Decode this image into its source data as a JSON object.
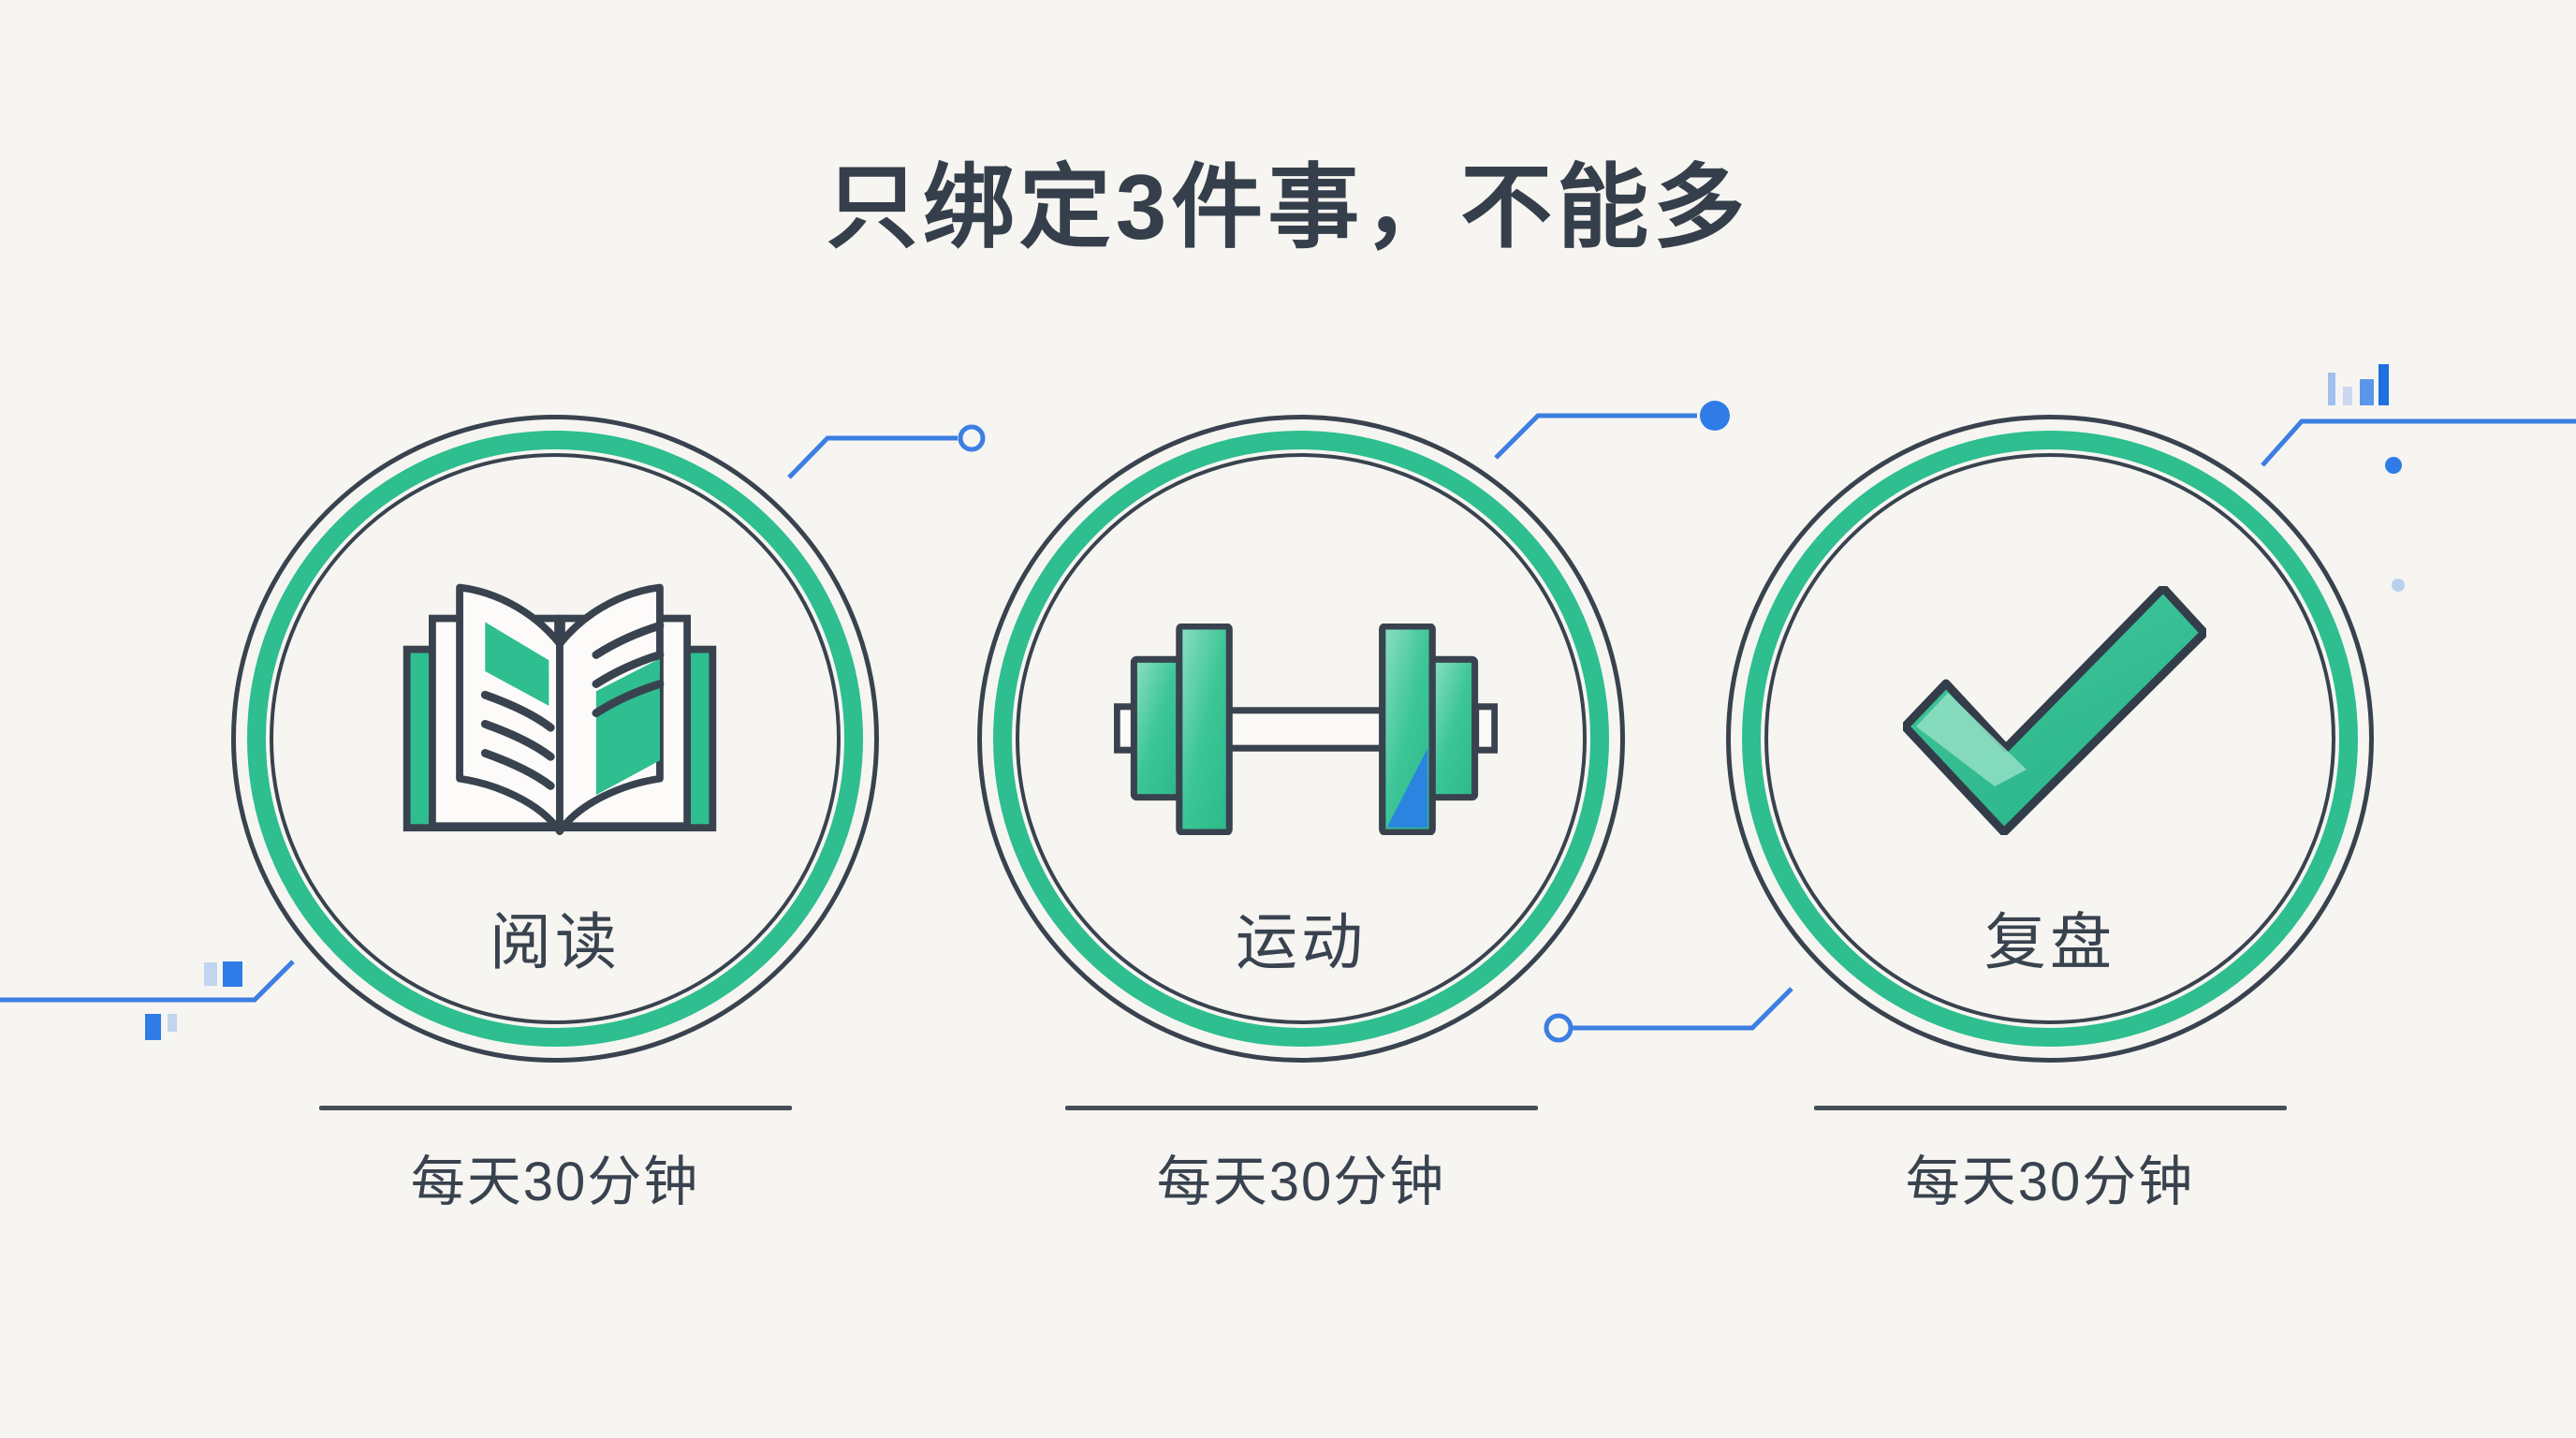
{
  "title": "只绑定3件事，不能多",
  "items": [
    {
      "id": "reading",
      "label": "阅读",
      "caption": "每天30分钟",
      "icon": "open-book-icon"
    },
    {
      "id": "exercise",
      "label": "运动",
      "caption": "每天30分钟",
      "icon": "dumbbell-icon"
    },
    {
      "id": "review",
      "label": "复盘",
      "caption": "每天30分钟",
      "icon": "checkmark-icon"
    }
  ],
  "colors": {
    "background": "#f7f5f1",
    "ink": "#39434f",
    "accent_green": "#2ebe8f",
    "accent_blue": "#2f7ce8"
  }
}
